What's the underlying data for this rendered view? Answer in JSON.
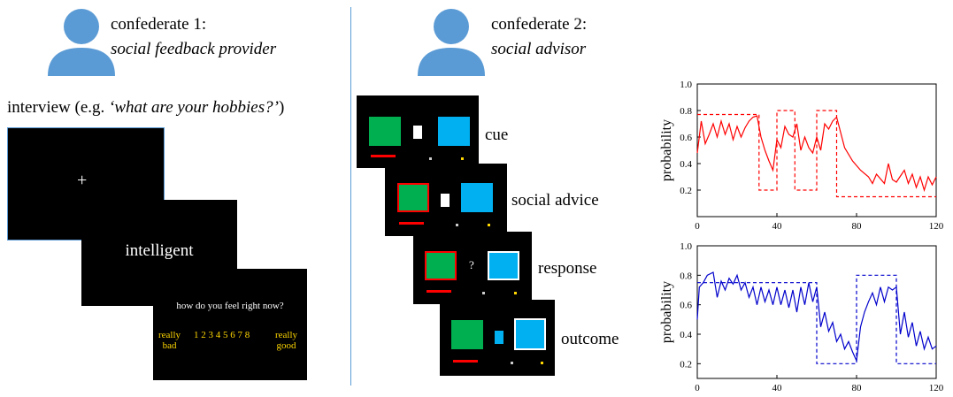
{
  "left": {
    "confederate_title": "confederate 1:",
    "confederate_role": "social feedback provider",
    "interview_prefix": "interview (e.g. ",
    "interview_example": "‘what are your hobbies?’",
    "interview_suffix": ")",
    "fixation": "+",
    "feedback_word": "intelligent",
    "rating_question": "how do you feel right now?",
    "rating_low": "really bad",
    "rating_low_1": "really",
    "rating_low_2": "bad",
    "rating_scale": "1 2 3 4 5 6 7 8",
    "rating_high_1": "really",
    "rating_high_2": "good"
  },
  "middle": {
    "confederate_title": "confederate 2:",
    "confederate_role": "social advisor",
    "screens": [
      "cue",
      "social advice",
      "response",
      "outcome"
    ],
    "response_mark": "?"
  },
  "colors": {
    "avatar": "#5b9bd5",
    "green": "#00b050",
    "blue": "#00b0f0",
    "red": "#ff0000",
    "divider": "#5b9bd5",
    "rating_text": "#ffd700",
    "chart_red": "#ff0000",
    "chart_blue": "#0000cc"
  },
  "chart_data": [
    {
      "type": "line",
      "ylabel": "probability",
      "xlim": [
        0,
        120
      ],
      "ylim": [
        0,
        1
      ],
      "xticks": [
        0,
        40,
        80,
        120
      ],
      "yticks": [
        0.2,
        0.4,
        0.6,
        0.8,
        1.0
      ],
      "ytick_labels": [
        "0.2",
        "0.4",
        "0.6",
        "0.8",
        "1.0"
      ],
      "series": [
        {
          "style": "dashed",
          "x": [
            0,
            31,
            31,
            40,
            40,
            49,
            49,
            60,
            60,
            70,
            70,
            120
          ],
          "y": [
            0.77,
            0.77,
            0.2,
            0.2,
            0.8,
            0.8,
            0.2,
            0.2,
            0.8,
            0.8,
            0.15,
            0.15
          ]
        },
        {
          "style": "solid",
          "x": [
            0,
            2,
            4,
            6,
            8,
            10,
            12,
            14,
            16,
            18,
            20,
            22,
            24,
            26,
            28,
            30,
            32,
            34,
            36,
            38,
            40,
            42,
            44,
            46,
            48,
            50,
            52,
            54,
            56,
            58,
            60,
            62,
            64,
            66,
            68,
            70,
            74,
            78,
            82,
            86,
            88,
            90,
            94,
            96,
            98,
            100,
            104,
            106,
            108,
            110,
            112,
            114,
            116,
            118,
            120
          ],
          "y": [
            0.48,
            0.72,
            0.55,
            0.62,
            0.7,
            0.6,
            0.72,
            0.62,
            0.7,
            0.58,
            0.68,
            0.6,
            0.67,
            0.72,
            0.75,
            0.76,
            0.6,
            0.5,
            0.42,
            0.35,
            0.58,
            0.52,
            0.68,
            0.62,
            0.6,
            0.7,
            0.5,
            0.6,
            0.52,
            0.48,
            0.6,
            0.5,
            0.7,
            0.66,
            0.72,
            0.75,
            0.52,
            0.42,
            0.35,
            0.3,
            0.25,
            0.32,
            0.25,
            0.4,
            0.28,
            0.26,
            0.35,
            0.25,
            0.32,
            0.22,
            0.3,
            0.2,
            0.3,
            0.24,
            0.3
          ]
        }
      ]
    },
    {
      "type": "line",
      "ylabel": "probability",
      "xlim": [
        0,
        120
      ],
      "ylim": [
        0.1,
        1
      ],
      "xticks": [
        0,
        40,
        80,
        120
      ],
      "yticks": [
        0.2,
        0.4,
        0.6,
        0.8,
        1.0
      ],
      "ytick_labels": [
        "0.2",
        "0.4",
        "0.6",
        "0.8",
        "1.0"
      ],
      "series": [
        {
          "style": "dashed",
          "x": [
            0,
            60,
            60,
            80,
            80,
            100,
            100,
            120
          ],
          "y": [
            0.75,
            0.75,
            0.2,
            0.2,
            0.8,
            0.8,
            0.2,
            0.2
          ]
        },
        {
          "style": "solid",
          "x": [
            0,
            1,
            3,
            5,
            8,
            10,
            12,
            14,
            16,
            18,
            20,
            22,
            24,
            26,
            28,
            30,
            32,
            34,
            36,
            38,
            40,
            42,
            44,
            46,
            48,
            50,
            52,
            54,
            56,
            58,
            60,
            62,
            64,
            66,
            68,
            70,
            72,
            74,
            76,
            78,
            80,
            82,
            84,
            86,
            88,
            90,
            92,
            94,
            96,
            98,
            100,
            102,
            104,
            106,
            108,
            110,
            112,
            114,
            116,
            118,
            120
          ],
          "y": [
            0.5,
            0.72,
            0.75,
            0.8,
            0.82,
            0.65,
            0.76,
            0.7,
            0.78,
            0.74,
            0.8,
            0.7,
            0.75,
            0.65,
            0.72,
            0.6,
            0.72,
            0.62,
            0.7,
            0.6,
            0.72,
            0.6,
            0.7,
            0.58,
            0.7,
            0.55,
            0.72,
            0.6,
            0.75,
            0.62,
            0.72,
            0.45,
            0.55,
            0.42,
            0.48,
            0.35,
            0.4,
            0.3,
            0.35,
            0.28,
            0.22,
            0.45,
            0.55,
            0.62,
            0.68,
            0.6,
            0.72,
            0.62,
            0.72,
            0.7,
            0.72,
            0.4,
            0.55,
            0.38,
            0.48,
            0.32,
            0.42,
            0.3,
            0.38,
            0.3,
            0.32
          ]
        }
      ]
    }
  ]
}
